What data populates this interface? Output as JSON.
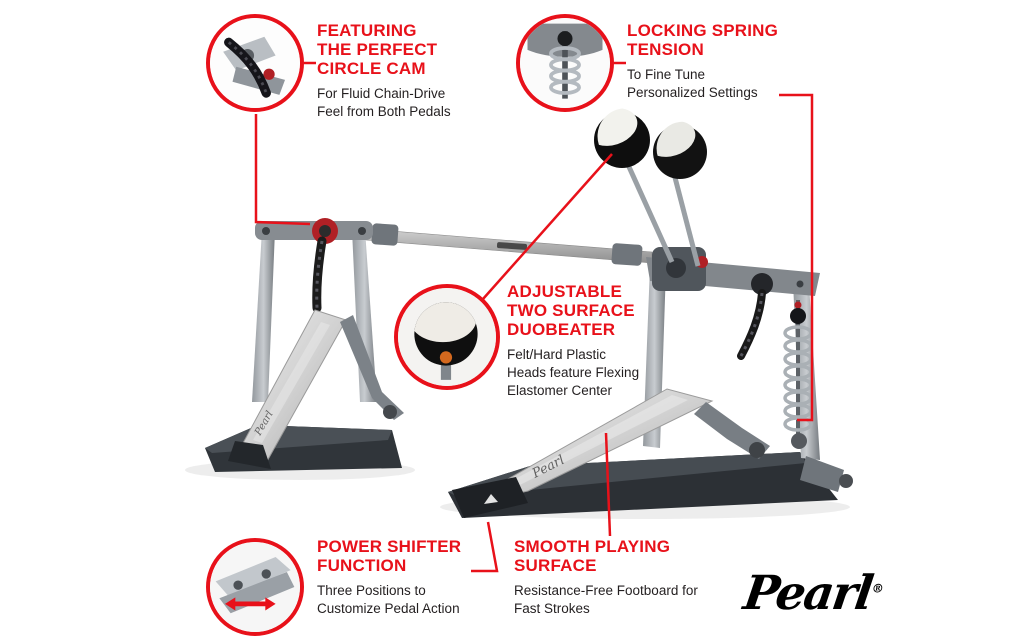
{
  "colors": {
    "accent": "#e8111a",
    "body_text": "#231f20"
  },
  "brand": {
    "logo": "Pearl",
    "registered": "®",
    "footboard_label": "Pearl"
  },
  "callouts": {
    "circle_cam": {
      "title": "FEATURING THE PERFECT CIRCLE CAM",
      "body": "For Fluid Chain-Drive Feel from Both Pedals"
    },
    "spring_tension": {
      "title": "LOCKING SPRING TENSION",
      "body": "To Fine Tune Personalized Settings"
    },
    "duobeater": {
      "title": "ADJUSTABLE TWO SURFACE DUOBEATER",
      "body": "Felt/Hard Plastic Heads feature Flexing Elastomer Center"
    },
    "power_shifter": {
      "title": "POWER SHIFTER FUNCTION",
      "body": "Three Positions to Customize Pedal Action"
    },
    "smooth_surface": {
      "title": "SMOOTH PLAYING SURFACE",
      "body": "Resistance-Free Footboard for Fast Strokes"
    }
  }
}
